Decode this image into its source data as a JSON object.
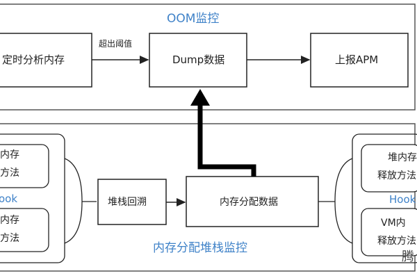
{
  "top_panel": {
    "title": "OOM监控",
    "timer_box": "定时分析内存",
    "threshold_label": "超出阈值",
    "dump_box": "Dump数据",
    "report_box": "上报APM"
  },
  "bottom_panel": {
    "title": "内存分配堆栈监控",
    "left_group": {
      "box1_line1": "内存",
      "box1_line2": "配方法",
      "hook_label": "ook",
      "box2_line1": "内存",
      "box2_line2": "配方法"
    },
    "stack_box": "堆栈回溯",
    "alloc_box": "内存分配数据",
    "right_group": {
      "box1_line1": "堆内存",
      "box1_line2": "释放方法",
      "hook_label": "Hook",
      "box2_line1": "VM内",
      "box2_line2": "释放方法"
    }
  },
  "watermark": "腾"
}
